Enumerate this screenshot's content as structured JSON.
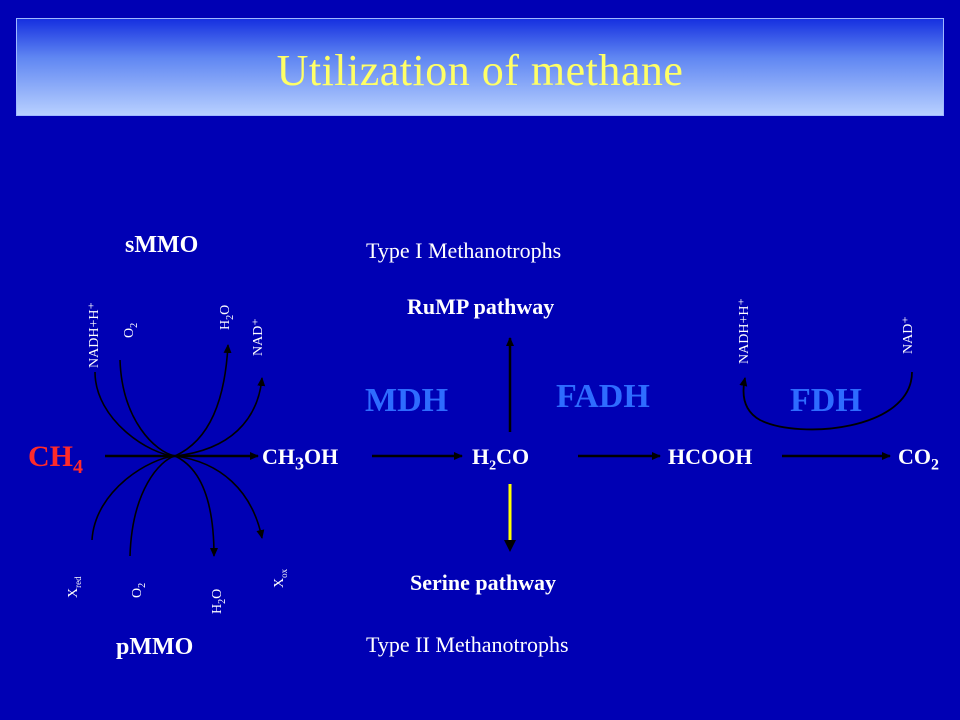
{
  "title": "Utilization of methane",
  "enzymes_top": "sMMO",
  "enzymes_bottom": "pMMO",
  "type1": "Type I Methanotrophs",
  "type2": "Type II Methanotrophs",
  "rump": "RuMP pathway",
  "serine": "Serine pathway",
  "mdh": "MDH",
  "fadh": "FADH",
  "fdh": "FDH",
  "ch4": "CH",
  "ch4_sub": "4",
  "methanol": "CH",
  "methanol_sub": "3",
  "methanol_rest": "OH",
  "formaldehyde_pre": "H",
  "formaldehyde_sub": "2",
  "formaldehyde_rest": "CO",
  "formic": "HCOOH",
  "co2": "CO",
  "co2_sub": "2",
  "cof_nadh1": "NADH+H⁺",
  "cof_o2_top": "O",
  "cof_o2_top_sub": "2",
  "cof_h2o_top": "H",
  "cof_h2o_top_sub": "2",
  "cof_h2o_top_rest": "O",
  "cof_nad1": "NAD⁺",
  "cof_xred": "X",
  "cof_xred_sub": "red",
  "cof_o2_bot": "O",
  "cof_o2_bot_sub": "2",
  "cof_h2o_bot": "H",
  "cof_h2o_bot_sub": "2",
  "cof_h2o_bot_rest": "O",
  "cof_xox": "X",
  "cof_xox_sub": "ox",
  "cof_nadh2": "NADH+H⁺",
  "cof_nad2": "NAD⁺",
  "colors": {
    "background": "#0000b4",
    "title": "#ffff66",
    "ch4": "#ff2a2a",
    "enzyme": "#2e6cff",
    "serine_arrow": "#ffff00"
  }
}
